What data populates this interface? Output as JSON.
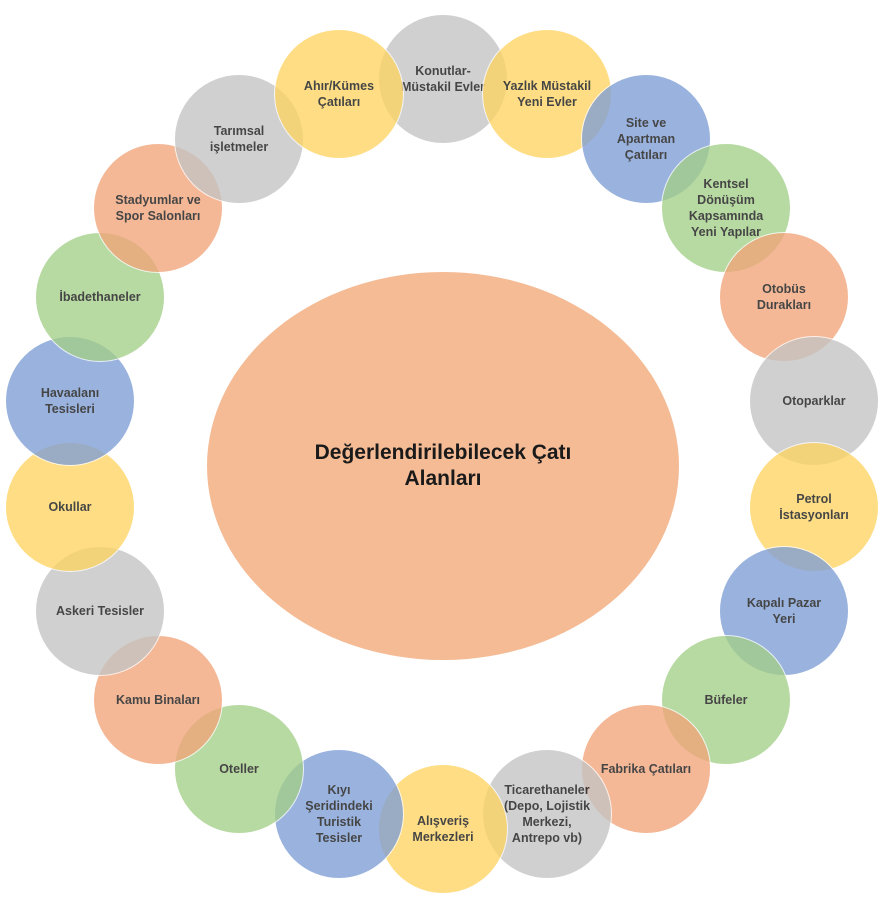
{
  "center": {
    "label": "Değerlendirilebilecek Çatı\nAlanları",
    "color": "#f4bb95"
  },
  "palette": {
    "gray": "#c4c4c4",
    "yellow": "#fed462",
    "blue": "#7e9ed6",
    "green": "#a4cf88",
    "orange": "#f1a57a"
  },
  "nodes": [
    {
      "label": "Konutlar-\nMüstakil Evler",
      "color": "gray"
    },
    {
      "label": "Yazlık Müstakil\nYeni Evler",
      "color": "yellow"
    },
    {
      "label": "Site ve\nApartman\nÇatıları",
      "color": "blue"
    },
    {
      "label": "Kentsel\nDönüşüm\nKapsamında\nYeni Yapılar",
      "color": "green"
    },
    {
      "label": "Otobüs\nDurakları",
      "color": "orange"
    },
    {
      "label": "Otoparklar",
      "color": "gray"
    },
    {
      "label": "Petrol\nİstasyonları",
      "color": "yellow"
    },
    {
      "label": "Kapalı Pazar\nYeri",
      "color": "blue"
    },
    {
      "label": "Büfeler",
      "color": "green"
    },
    {
      "label": "Fabrika Çatıları",
      "color": "orange"
    },
    {
      "label": "Ticarethaneler\n(Depo, Lojistik\nMerkezi,\nAntrepo vb)",
      "color": "gray"
    },
    {
      "label": "Alışveriş\nMerkezleri",
      "color": "yellow"
    },
    {
      "label": "Kıyı\nŞeridindeki\nTuristik\nTesisler",
      "color": "blue"
    },
    {
      "label": "Oteller",
      "color": "green"
    },
    {
      "label": "Kamu Binaları",
      "color": "orange"
    },
    {
      "label": "Askeri Tesisler",
      "color": "gray"
    },
    {
      "label": "Okullar",
      "color": "yellow"
    },
    {
      "label": "Havaalanı\nTesisleri",
      "color": "blue"
    },
    {
      "label": "İbadethaneler",
      "color": "green"
    },
    {
      "label": "Stadyumlar ve\nSpor Salonları",
      "color": "orange"
    },
    {
      "label": "Tarımsal\nişletmeler",
      "color": "gray"
    },
    {
      "label": "Ahır/Kümes\nÇatıları",
      "color": "yellow"
    }
  ]
}
